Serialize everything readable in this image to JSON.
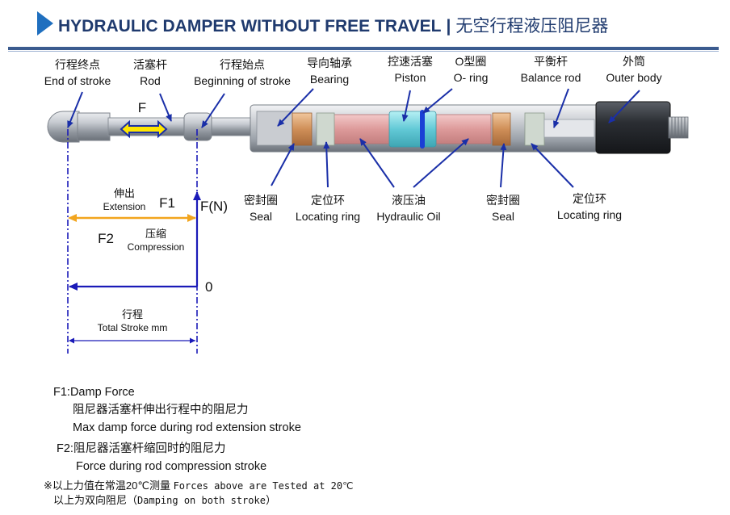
{
  "header": {
    "title_en": "HYDRAULIC DAMPER WITHOUT FREE TRAVEL",
    "separator": "|",
    "title_cn": "无空行程液压阻尼器"
  },
  "labels": {
    "end_of_stroke": {
      "cn": "行程终点",
      "en": "End of stroke"
    },
    "rod": {
      "cn": "活塞杆",
      "en": "Rod"
    },
    "beginning_of_stroke": {
      "cn": "行程始点",
      "en": "Beginning of stroke"
    },
    "bearing": {
      "cn": "导向轴承",
      "en": "Bearing"
    },
    "piston": {
      "cn": "控速活塞",
      "en": "Piston"
    },
    "o_ring": {
      "cn": "O型圈",
      "en": "O- ring"
    },
    "balance_rod": {
      "cn": "平衡杆",
      "en": "Balance rod"
    },
    "outer_body": {
      "cn": "外筒",
      "en": "Outer body"
    },
    "seal_left": {
      "cn": "密封圈",
      "en": "Seal"
    },
    "locating_ring_left": {
      "cn": "定位环",
      "en": "Locating ring"
    },
    "hydraulic_oil": {
      "cn": "液压油",
      "en": "Hydraulic Oil"
    },
    "seal_right": {
      "cn": "密封圈",
      "en": "Seal"
    },
    "locating_ring_right": {
      "cn": "定位环",
      "en": "Locating ring"
    }
  },
  "force_arrow_label": "F",
  "graph": {
    "extension_cn": "伸出",
    "extension_en": "Extension",
    "f1": "F1",
    "f2": "F2",
    "compression_cn": "压缩",
    "compression_en": "Compression",
    "y_axis": "F(N)",
    "zero": "0",
    "stroke_cn": "行程",
    "stroke_en": "Total Stroke mm"
  },
  "notes": {
    "f1_title": "F1:Damp Force",
    "f1_cn": "阻尼器活塞杆伸出行程中的阻尼力",
    "f1_en": "Max damp force during rod extension stroke",
    "f2_title": "F2:阻尼器活塞杆缩回时的阻尼力",
    "f2_en": "Force during rod compression stroke"
  },
  "footnote": {
    "line1_cn": "※以上力值在常温20℃测量",
    "line1_en": "Forces above are Tested at 20℃",
    "line2_cn": "以上为双向阻尼（",
    "line2_en": "Damping on both stroke",
    "line2_end": "）"
  },
  "colors": {
    "title": "#1f3a6e",
    "accent_triangle": "#1f6fbf",
    "leader": "#1a2fa8",
    "force_line": "#1a1ab8",
    "extension_arrow": "#f2a51e",
    "rod_arrow_fill": "#ffe600",
    "o_ring": "#1a3fd6",
    "piston": "#6fd6e0",
    "oil": "#e8a7a7",
    "seal": "#d9a070"
  }
}
